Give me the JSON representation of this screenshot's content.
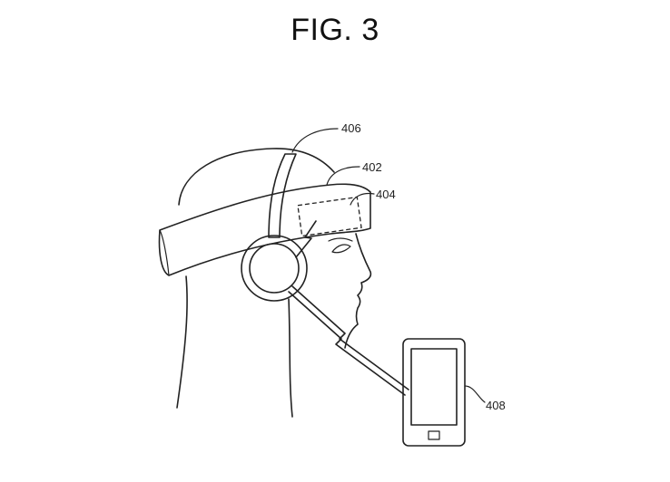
{
  "figure": {
    "title": "FIG. 3",
    "labels": {
      "headphones": "406",
      "headband": "402",
      "sensor": "404",
      "phone": "408"
    }
  },
  "colors": {
    "line": "#222222",
    "background": "#ffffff"
  }
}
